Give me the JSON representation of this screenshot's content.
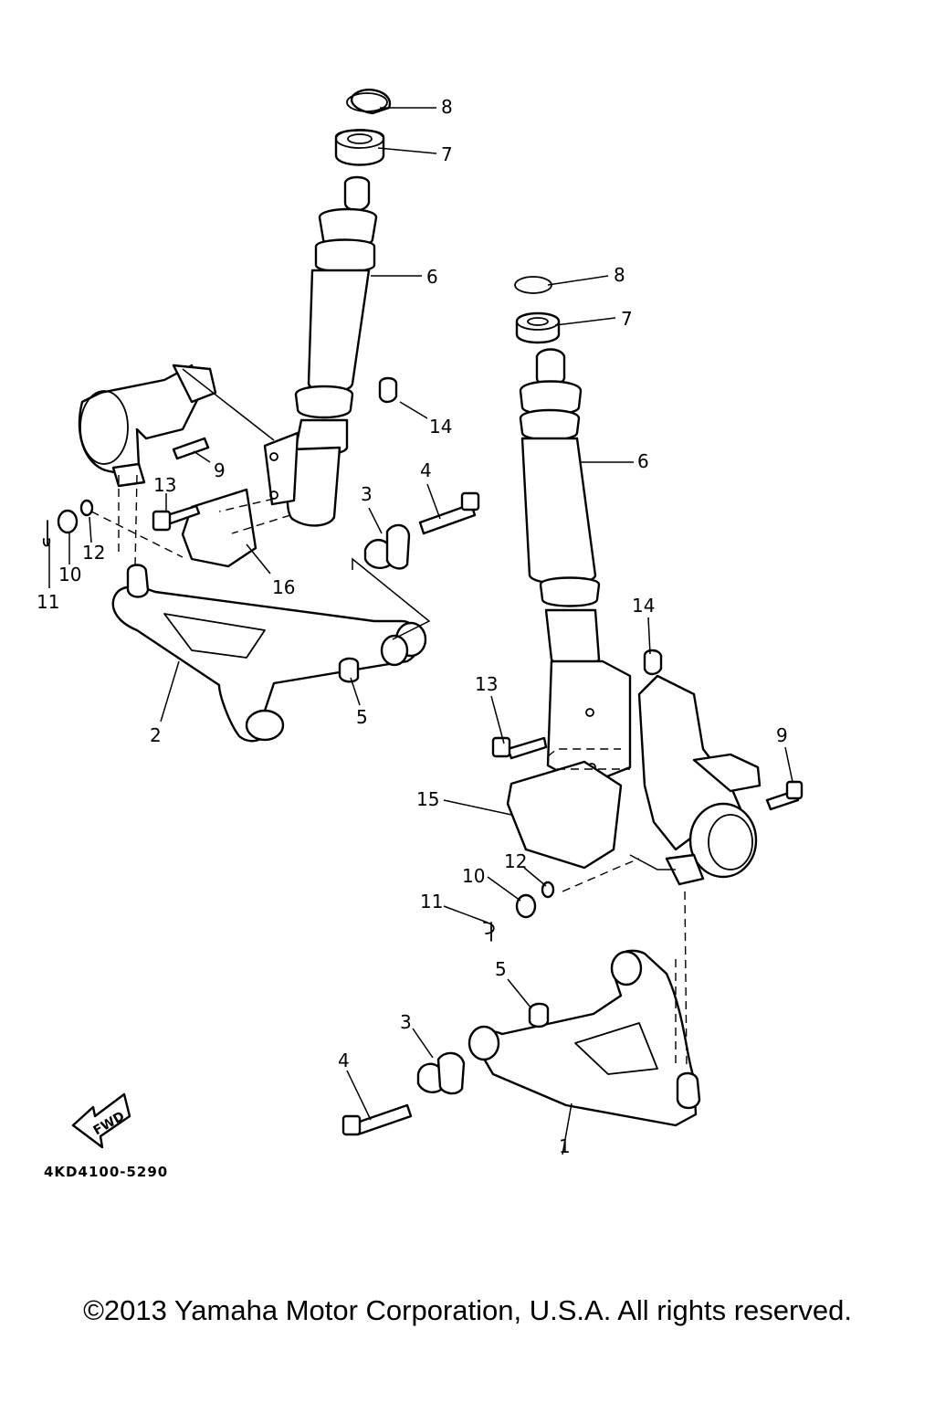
{
  "callouts": {
    "l8": "8",
    "l7": "7",
    "l6": "6",
    "l9": "9",
    "l13": "13",
    "l14": "14",
    "l3": "3",
    "l4": "4",
    "l12": "12",
    "l10": "10",
    "l11": "11",
    "l16": "16",
    "l5": "5",
    "l2": "2",
    "r8": "8",
    "r7": "7",
    "r6": "6",
    "r14": "14",
    "r13": "13",
    "r9": "9",
    "r15": "15",
    "r12": "12",
    "r10": "10",
    "r11": "11",
    "r5": "5",
    "r3": "3",
    "r4": "4",
    "r1": "1"
  },
  "fwd_label": "FWD",
  "diagram_code": "4KD4100-5290",
  "copyright": "©2013 Yamaha Motor Corporation, U.S.A. All rights reserved.",
  "colors": {
    "line": "#000000",
    "background": "#ffffff"
  }
}
